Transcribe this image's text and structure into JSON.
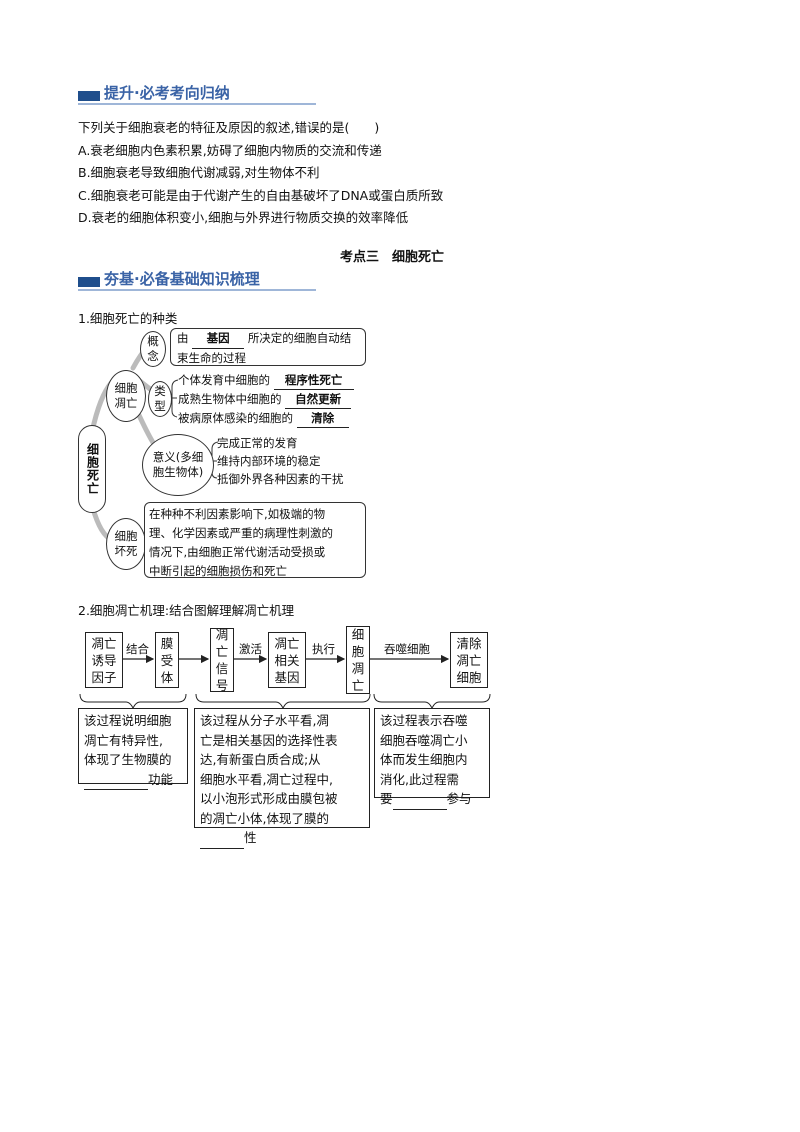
{
  "banner1": "提升·必考考向归纳",
  "question": {
    "stem": "下列关于细胞衰老的特征及原因的叙述,错误的是(　　)",
    "options": [
      "A.衰老细胞内色素积累,妨碍了细胞内物质的交流和传递",
      "B.细胞衰老导致细胞代谢减弱,对生物体不利",
      "C.细胞衰老可能是由于代谢产生的自由基破坏了DNA或蛋白质所致",
      "D.衰老的细胞体积变小,细胞与外界进行物质交换的效率降低"
    ]
  },
  "section_heading": "考点三　细胞死亡",
  "banner2": "夯基·必备基础知识梳理",
  "part1": {
    "title": "1.细胞死亡的种类",
    "root": "细胞死亡",
    "apoptosis": "细胞凋亡",
    "concept_label": "概念",
    "concept_line1_pre": "由",
    "concept_answer": "基因",
    "concept_line1_post": "所决定的细胞自动结",
    "concept_line2": "束生命的过程",
    "types_label": "类型",
    "types": [
      {
        "pre": "个体发育中细胞的",
        "answer": "程序性死亡"
      },
      {
        "pre": "成熟生物体中细胞的",
        "answer": "自然更新"
      },
      {
        "pre": "被病原体感染的细胞的",
        "answer": "清除"
      }
    ],
    "meaning_label": "意义(多细胞生物体)",
    "meanings": [
      "完成正常的发育",
      "维持内部环境的稳定",
      "抵御外界各种因素的干扰"
    ],
    "necrosis": "细胞坏死",
    "necrosis_desc": [
      "在种种不利因素影响下,如极端的物",
      "理、化学因素或严重的病理性刺激的",
      "情况下,由细胞正常代谢活动受损或",
      "中断引起的细胞损伤和死亡"
    ]
  },
  "part2": {
    "title": "2.细胞凋亡机理:结合图解理解凋亡机理",
    "boxes": [
      "凋亡诱导因子",
      "膜受体",
      "凋亡信号",
      "凋亡相关基因",
      "细胞凋亡",
      "清除凋亡细胞"
    ],
    "arrows": [
      "结合",
      "激活",
      "执行",
      "吞噬细胞"
    ],
    "note1": [
      "该过程说明细胞",
      "凋亡有特异性,",
      "体现了生物膜的"
    ],
    "note1_tail": "功能",
    "note2": [
      "该过程从分子水平看,凋",
      "亡是相关基因的选择性表",
      "达,有新蛋白质合成;从",
      "细胞水平看,凋亡过程中,",
      "以小泡形式形成由膜包被",
      "的凋亡小体,体现了膜的"
    ],
    "note2_tail": "性",
    "note3": [
      "该过程表示吞噬",
      "细胞吞噬凋亡小",
      "体而发生细胞内",
      "消化,此过程需"
    ],
    "note3_pre": "要",
    "note3_tail": "参与"
  }
}
